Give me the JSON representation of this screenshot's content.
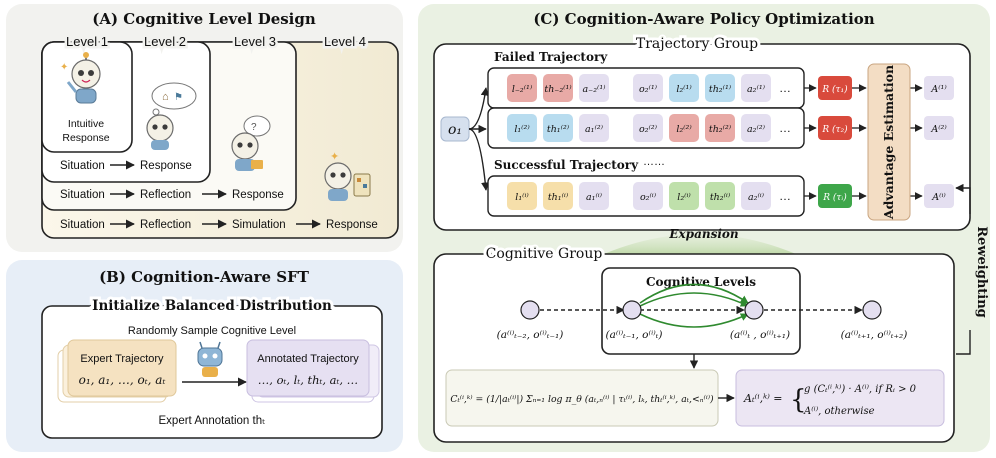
{
  "panel_a": {
    "title": "(A) Cognitive Level Design",
    "levels": [
      "Level 1",
      "Level 2",
      "Level 3",
      "Level 4"
    ],
    "intuitive_label_1": "Intuitive",
    "intuitive_label_2": "Response",
    "rows": [
      [
        "Situation",
        "Response"
      ],
      [
        "Situation",
        "Reflection",
        "Response"
      ],
      [
        "Situation",
        "Reflection",
        "Simulation",
        "Response"
      ]
    ]
  },
  "panel_b": {
    "title": "(B) Cognition-Aware SFT",
    "box_title": "Initialize Balanced Distribution",
    "sample_label": "Randomly Sample Cognitive Level",
    "expert_title": "Expert Trajectory",
    "expert_seq": "o₁, a₁, …, oₜ, aₜ",
    "annotated_title": "Annotated Trajectory",
    "annotated_seq": "…, oₜ, lₜ, thₜ, aₜ, …",
    "annotation_label": "Expert Annotation thₜ"
  },
  "panel_c": {
    "title": "(C) Cognition-Aware Policy Optimization",
    "traj_group": "Trajectory Group",
    "failed": "Failed Trajectory",
    "successful": "Successful  Trajectory",
    "dots": "……",
    "o1": "o₁",
    "advantage": "Advantage Estimation",
    "expansion": "Expansion",
    "reweighting": "Reweighting",
    "cog_group": "Cognitive Group",
    "cog_levels": "Cognitive Levels",
    "ellipsis": "…",
    "row1": {
      "tokens": [
        "l₋₂⁽¹⁾",
        "th₋₂⁽¹⁾",
        "a₋₂⁽¹⁾",
        "o₂⁽¹⁾",
        "l₂⁽¹⁾",
        "th₂⁽¹⁾",
        "a₂⁽¹⁾"
      ],
      "reward": "R (τ₁)",
      "adv": "A⁽¹⁾"
    },
    "row2": {
      "tokens": [
        "l₁⁽²⁾",
        "th₁⁽²⁾",
        "a₁⁽²⁾",
        "o₂⁽²⁾",
        "l₂⁽²⁾",
        "th₂⁽²⁾",
        "a₂⁽²⁾"
      ],
      "reward": "R (τ₂)",
      "adv": "A⁽²⁾"
    },
    "row3": {
      "tokens": [
        "l₁⁽ⁱ⁾",
        "th₁⁽ⁱ⁾",
        "a₁⁽ⁱ⁾",
        "o₂⁽ⁱ⁾",
        "l₂⁽ⁱ⁾",
        "th₂⁽ⁱ⁾",
        "a₂⁽ⁱ⁾"
      ],
      "reward": "R (τᵢ)",
      "adv": "A⁽ⁱ⁾"
    },
    "nodes": [
      "(a⁽ⁱ⁾ₜ₋₂, o⁽ⁱ⁾ₜ₋₁)",
      "(a⁽ⁱ⁾ₜ₋₁, o⁽ⁱ⁾ₜ)",
      "(a⁽ⁱ⁾ₜ , o⁽ⁱ⁾ₜ₊₁)",
      "(a⁽ⁱ⁾ₜ₊₁, o⁽ⁱ⁾ₜ₊₂)"
    ],
    "formula1": "Cₜ⁽ⁱ,ᵏ⁾ = (1/|aₜ⁽ⁱ⁾|) Σₙ₌₁ log π_θ (aₜ,ₙ⁽ⁱ⁾ | τₜ⁽ⁱ⁾, lₖ, thₜ⁽ⁱ,ᵏ⁾, aₜ,<ₙ⁽ⁱ⁾)",
    "formula2_lhs": "Aₜ⁽ⁱ,ᵏ⁾ =",
    "formula2_case1": "g (Cₜ⁽ⁱ,ᵏ⁾) · A⁽ⁱ⁾, if  Rᵢ > 0",
    "formula2_case2": "A⁽ⁱ⁾,                 otherwise"
  },
  "colors": {
    "panel_a_bg": "#f2f2ef",
    "panel_b_bg": "#e7eef7",
    "panel_c_bg": "#eaf1e3",
    "red": "#e8aaa6",
    "pink": "#f0c6c2",
    "blue": "#b8dcef",
    "lavender": "#e4dff0",
    "yellow": "#f6dfaa",
    "green": "#bfe0ab",
    "reward_red": "#d94a3c",
    "reward_green": "#3ea64a",
    "advantage_bg": "#f3ddc4"
  }
}
